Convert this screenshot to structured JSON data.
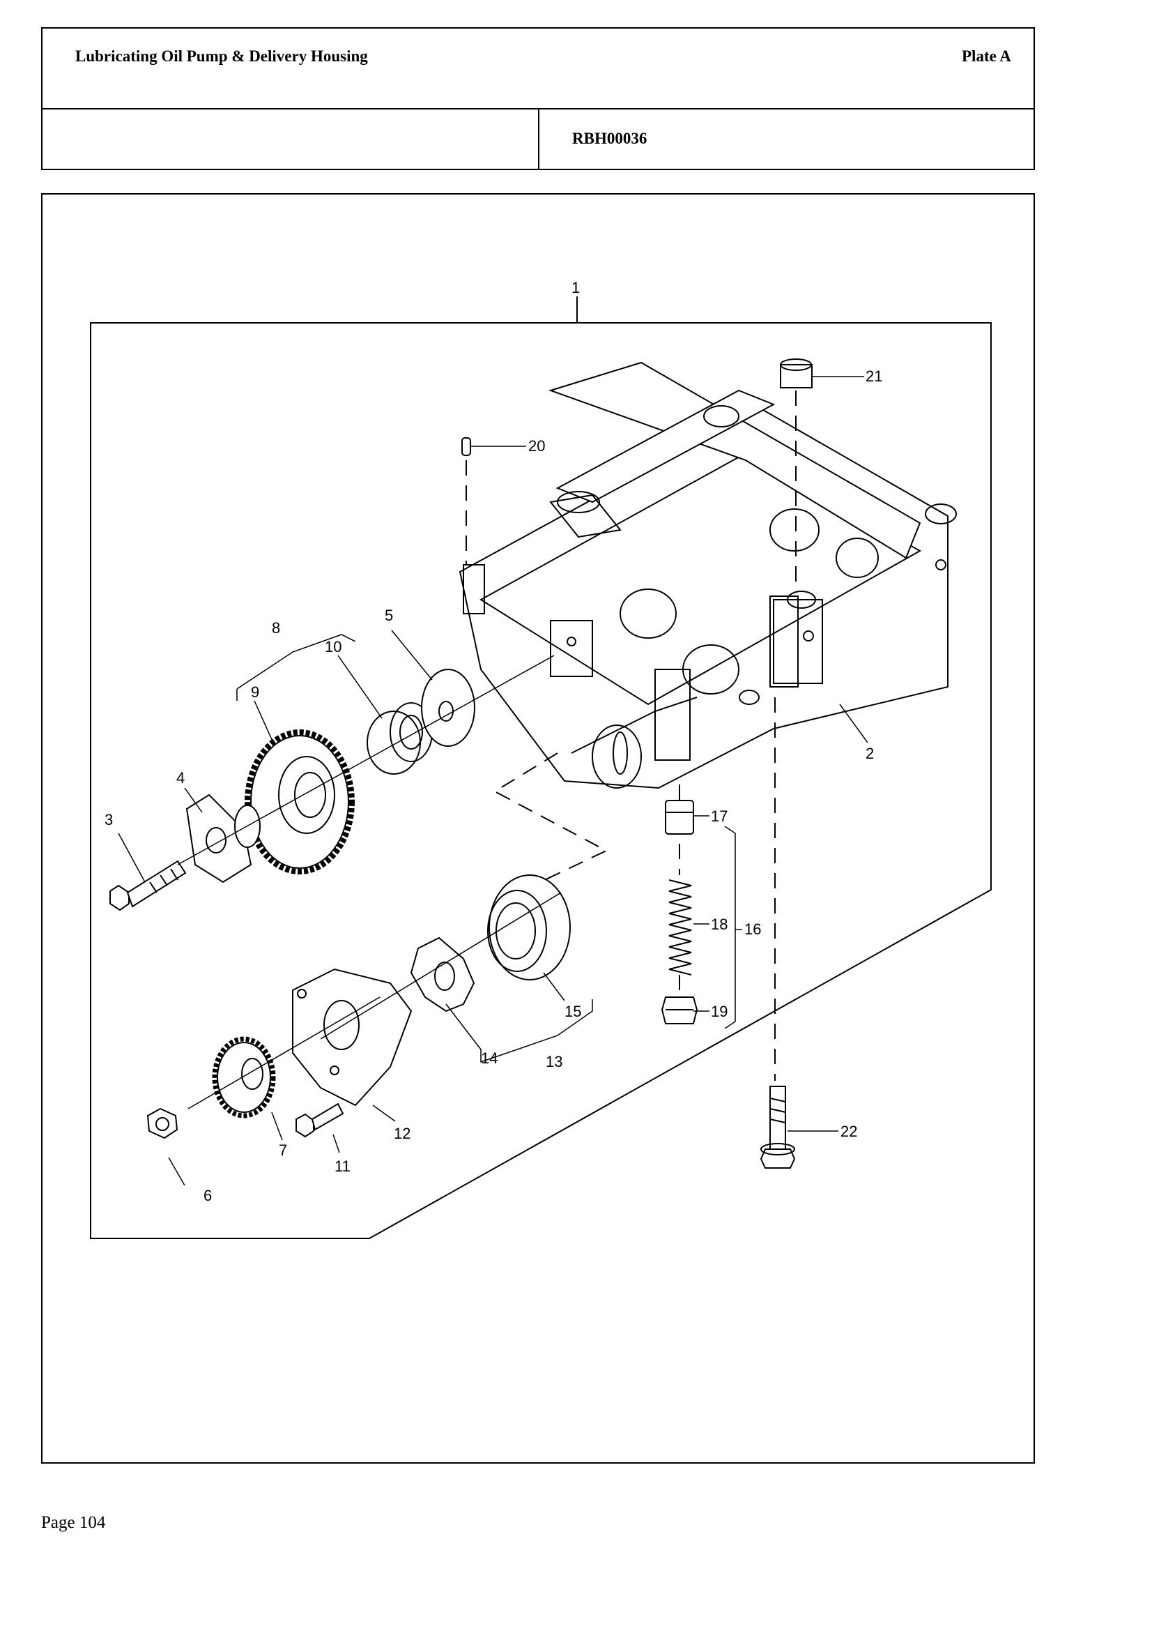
{
  "header": {
    "title": "Lubricating Oil Pump & Delivery Housing",
    "plate": "Plate A",
    "reference": "RBH00036"
  },
  "callouts": [
    "1",
    "2",
    "3",
    "4",
    "5",
    "6",
    "7",
    "8",
    "9",
    "10",
    "11",
    "12",
    "13",
    "14",
    "15",
    "16",
    "17",
    "18",
    "19",
    "20",
    "21",
    "22"
  ],
  "footer": {
    "page": "Page 104"
  }
}
